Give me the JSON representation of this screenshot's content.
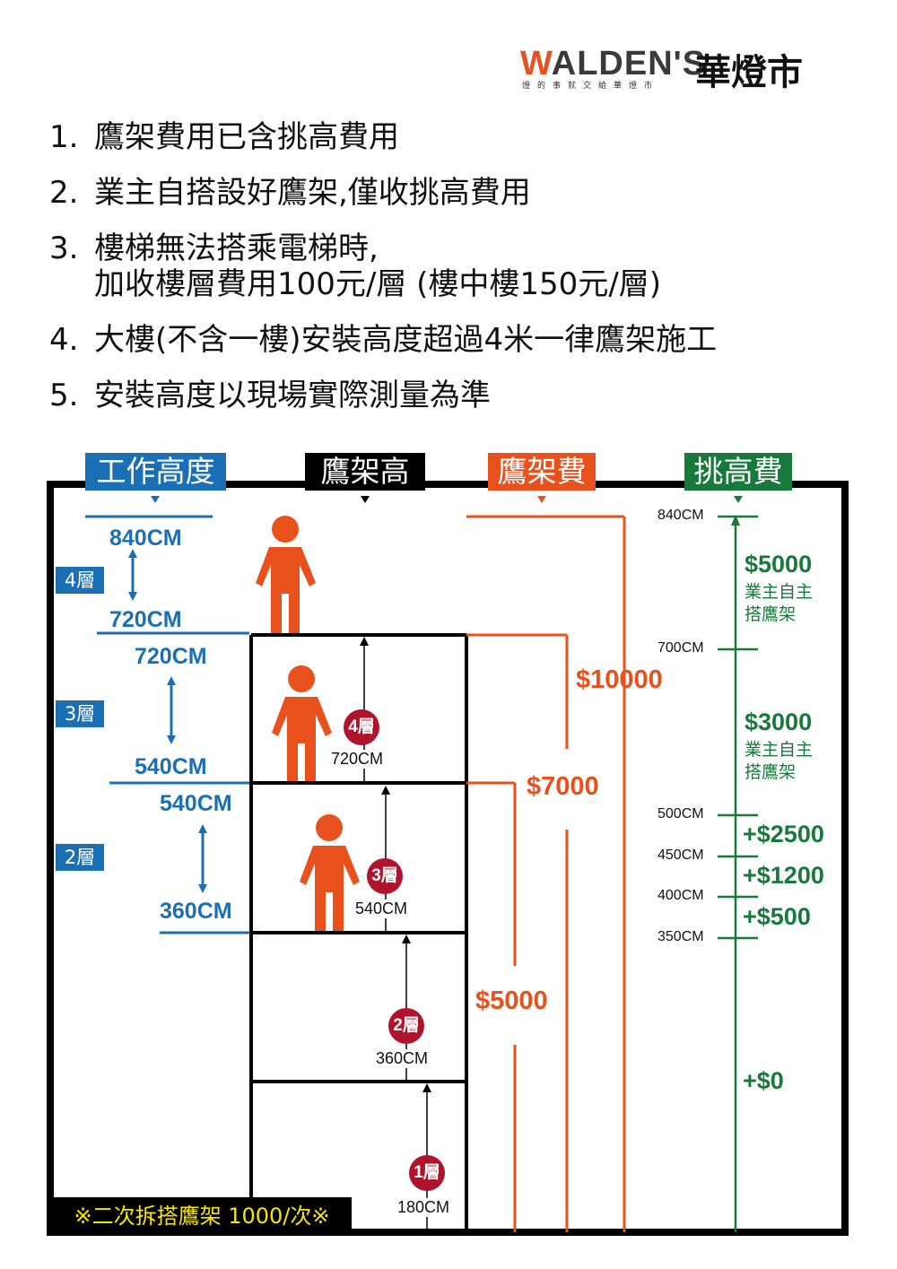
{
  "brand": {
    "name_en_w": "W",
    "name_en_rest": "ALDEN'S",
    "name_zh": "華燈市",
    "slogan": "燈的事就交給華燈市"
  },
  "rules": [
    {
      "num": "1.",
      "text": "鷹架費用已含挑高費用"
    },
    {
      "num": "2.",
      "text": "業主自搭設好鷹架,僅收挑高費用"
    },
    {
      "num": "3.",
      "text": "樓梯無法搭乘電梯時,",
      "text2": "加收樓層費用100元/層 (樓中樓150元/層)"
    },
    {
      "num": "4.",
      "text": "大樓(不含一樓)安裝高度超過4米一律鷹架施工"
    },
    {
      "num": "5.",
      "text": "安裝高度以現場實際測量為準"
    }
  ],
  "headers": {
    "work_height": "工作高度",
    "scaffold_height": "鷹架高",
    "scaffold_fee": "鷹架費",
    "ceiling_fee": "挑高費"
  },
  "work_height": {
    "floors": [
      {
        "tag": "4層",
        "top": "840CM",
        "bottom": "720CM"
      },
      {
        "tag": "3層",
        "top": "720CM",
        "bottom": "540CM"
      },
      {
        "tag": "2層",
        "top": "540CM",
        "bottom": "360CM"
      }
    ]
  },
  "scaffold": {
    "levels": [
      {
        "badge": "4層",
        "height": "720CM"
      },
      {
        "badge": "3層",
        "height": "540CM"
      },
      {
        "badge": "2層",
        "height": "360CM"
      },
      {
        "badge": "1層",
        "height": "180CM"
      }
    ]
  },
  "scaffold_fee": {
    "prices": [
      "$10000",
      "$7000",
      "$5000"
    ]
  },
  "ceiling_fee": {
    "ticks": [
      "840CM",
      "700CM",
      "500CM",
      "450CM",
      "400CM",
      "350CM"
    ],
    "tiers": [
      {
        "price": "$5000",
        "note1": "業主自主",
        "note2": "搭鷹架"
      },
      {
        "price": "$3000",
        "note1": "業主自主",
        "note2": "搭鷹架"
      },
      {
        "price": "+$2500"
      },
      {
        "price": "+$1200"
      },
      {
        "price": "+$500"
      },
      {
        "price": "+$0"
      }
    ]
  },
  "footnote": "※二次拆搭鷹架 1000/次※",
  "colors": {
    "blue": "#1b6fb5",
    "red": "#e8511c",
    "green": "#177a3b",
    "badge": "#b0142c",
    "note_text": "#f5e600"
  }
}
